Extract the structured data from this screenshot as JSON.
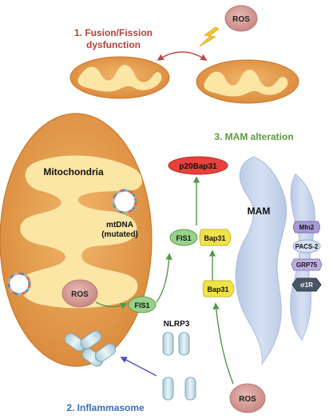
{
  "sections": {
    "fusion_fission": "1. Fusion/Fission",
    "fusion_fission_line2": "dysfunction",
    "inflammasome": "2. Inflammasome",
    "mam_alteration": "3. MAM alteration"
  },
  "molecules": {
    "ros_top": "ROS",
    "ros_inside": "ROS",
    "ros_bottom": "ROS",
    "p20bap31": "p20Bap31",
    "fis1_mam": "FIS1",
    "fis1_mito": "FIS1",
    "bap31_upper": "Bap31",
    "bap31_lower": "Bap31",
    "nlrp3": "NLRP3"
  },
  "organelles": {
    "mitochondria": "Mitochondria",
    "mtdna_line1": "mtDNA",
    "mtdna_line2": "(mutated)",
    "mam": "MAM"
  },
  "mam_proteins": [
    "Mfn2",
    "PACS-2",
    "GRP75",
    "σ1R"
  ],
  "colors": {
    "section1_title": "#b5413a",
    "section2_title": "#3a6fb5",
    "section3_title": "#5c9a3a",
    "mito_outer": "#e39a4a",
    "mito_inner": "#fbe6a6",
    "ros": "#d49a96",
    "p20bap31": "#e8413b",
    "fis1": "#98d18a",
    "bap31": "#f2e24a",
    "mam": "#c5d3ea",
    "arrow_green": "#4f9a45",
    "arrow_blue": "#4b52c0",
    "arrow_red": "#b94a48",
    "mam_protein": "#a89ad6"
  }
}
